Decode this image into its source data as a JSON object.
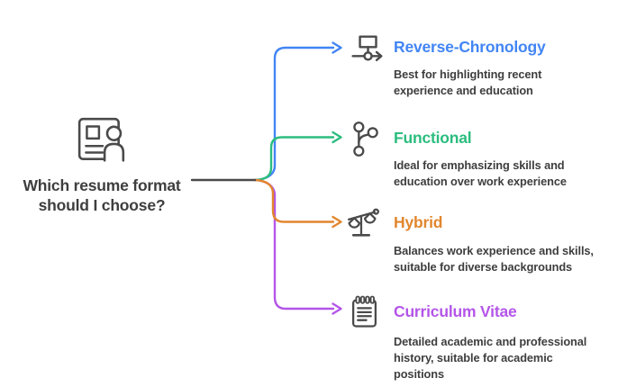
{
  "colors": {
    "ink": "#4a4a4a",
    "text": "#3e3e3e",
    "blue": "#4285f4",
    "green": "#2bbd7e",
    "orange": "#e2862e",
    "purple": "#b455e8"
  },
  "root": {
    "icon": "resume-document-person-icon",
    "question_lines": [
      "Which resume format",
      "should I choose?"
    ]
  },
  "branches": [
    {
      "title": "Reverse-Chronology",
      "accent": "#4285f4",
      "icon": "flowchart-node-arrow-icon",
      "desc_lines": [
        "Best for highlighting recent",
        "experience and education"
      ]
    },
    {
      "title": "Functional",
      "accent": "#2bbd7e",
      "icon": "git-branch-icon",
      "desc_lines": [
        "Ideal for emphasizing skills and",
        "education over work experience"
      ]
    },
    {
      "title": "Hybrid",
      "accent": "#e2862e",
      "icon": "balance-scales-icon",
      "desc_lines": [
        "Balances work experience and skills,",
        "suitable for diverse backgrounds"
      ]
    },
    {
      "title": "Curriculum Vitae",
      "accent": "#b455e8",
      "icon": "notepad-icon",
      "desc_lines": [
        "Detailed academic and professional",
        "history, suitable for academic",
        "positions"
      ]
    }
  ]
}
